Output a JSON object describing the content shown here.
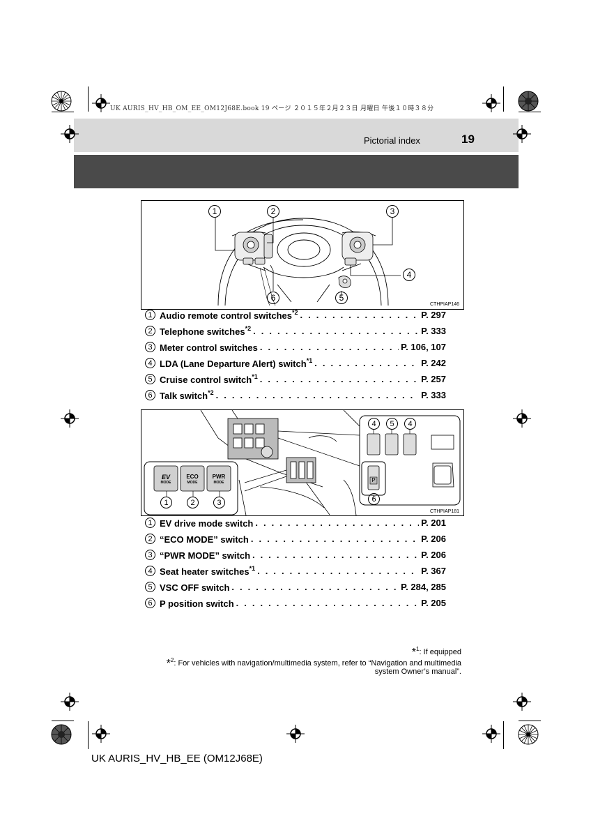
{
  "print_header": "UK AURIS_HV_HB_OM_EE_OM12J68E.book  19 ページ  ２０１５年２月２３日  月曜日  午後１０時３８分",
  "header": {
    "title": "Pictorial index",
    "page_number": "19"
  },
  "figure1": {
    "code": "CTHPIAP146",
    "callouts": [
      "1",
      "2",
      "3",
      "4",
      "5",
      "6"
    ]
  },
  "list1": [
    {
      "num": "1",
      "label": "Audio remote control switches",
      "sup": "*2",
      "page": "P. 297"
    },
    {
      "num": "2",
      "label": "Telephone switches",
      "sup": "*2",
      "page": "P. 333"
    },
    {
      "num": "3",
      "label": "Meter control switches",
      "sup": "",
      "page": "P. 106, 107"
    },
    {
      "num": "4",
      "label": "LDA (Lane Departure Alert) switch",
      "sup": "*1",
      "page": "P. 242"
    },
    {
      "num": "5",
      "label": "Cruise control switch",
      "sup": "*1",
      "page": "P. 257"
    },
    {
      "num": "6",
      "label": "Talk switch",
      "sup": "*2",
      "page": "P. 333"
    }
  ],
  "figure2": {
    "code": "CTHPIAP181",
    "buttons": [
      {
        "top": "EV",
        "bottom": "MODE"
      },
      {
        "top": "ECO",
        "bottom": "MODE"
      },
      {
        "top": "PWR",
        "bottom": "MODE"
      }
    ],
    "shift_label": "P",
    "callouts": [
      "1",
      "2",
      "3",
      "4",
      "5",
      "4",
      "6"
    ]
  },
  "list2": [
    {
      "num": "1",
      "label": "EV drive mode switch",
      "sup": "",
      "page": "P. 201"
    },
    {
      "num": "2",
      "label": "“ECO MODE” switch",
      "sup": "",
      "page": "P. 206"
    },
    {
      "num": "3",
      "label": "“PWR MODE” switch",
      "sup": "",
      "page": "P. 206"
    },
    {
      "num": "4",
      "label": "Seat heater switches",
      "sup": "*1",
      "page": "P. 367"
    },
    {
      "num": "5",
      "label": "VSC OFF switch",
      "sup": "",
      "page": "P. 284, 285"
    },
    {
      "num": "6",
      "label": "P position switch",
      "sup": "",
      "page": "P. 205"
    }
  ],
  "footnotes": [
    {
      "mark": "*",
      "num": "1",
      "text": ": If equipped"
    },
    {
      "mark": "*",
      "num": "2",
      "text": ": For vehicles with navigation/multimedia system, refer to “Navigation and multimedia"
    },
    {
      "mark": "",
      "num": "",
      "text": "system Owner’s manual”."
    }
  ],
  "footer": "UK AURIS_HV_HB_EE (OM12J68E)"
}
